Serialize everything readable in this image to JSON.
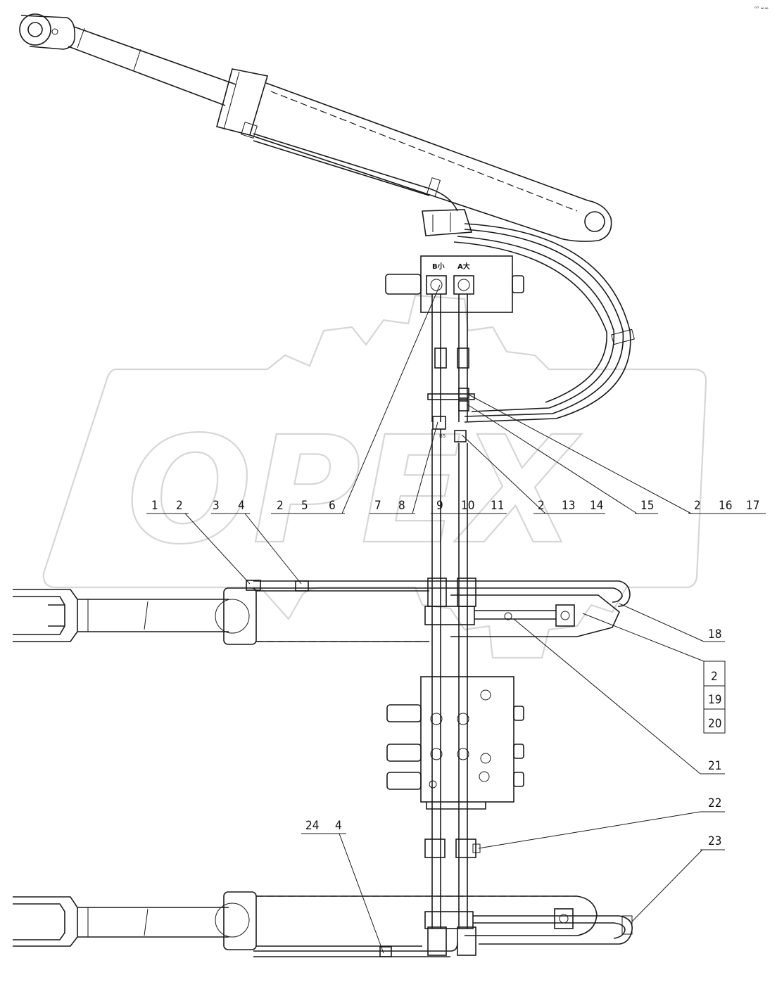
{
  "corner_mark": "ᵒᴰ ∞∞",
  "watermark": "OPEX",
  "port_labels": [
    "B小",
    "A大"
  ],
  "valve_mark": "B5",
  "callouts": [
    {
      "id": "c1",
      "text": "1"
    },
    {
      "id": "c2a",
      "text": "2"
    },
    {
      "id": "c3",
      "text": "3"
    },
    {
      "id": "c4a",
      "text": "4"
    },
    {
      "id": "c2b",
      "text": "2"
    },
    {
      "id": "c5",
      "text": "5"
    },
    {
      "id": "c6",
      "text": "6"
    },
    {
      "id": "c7",
      "text": "7"
    },
    {
      "id": "c8",
      "text": "8"
    },
    {
      "id": "c9",
      "text": "9"
    },
    {
      "id": "c10",
      "text": "10"
    },
    {
      "id": "c11",
      "text": "11"
    },
    {
      "id": "c2c",
      "text": "2"
    },
    {
      "id": "c13",
      "text": "13"
    },
    {
      "id": "c14",
      "text": "14"
    },
    {
      "id": "c15",
      "text": "15"
    },
    {
      "id": "c2d",
      "text": "2"
    },
    {
      "id": "c16",
      "text": "16"
    },
    {
      "id": "c17",
      "text": "17"
    },
    {
      "id": "c18",
      "text": "18"
    },
    {
      "id": "c2e",
      "text": "2"
    },
    {
      "id": "c19",
      "text": "19"
    },
    {
      "id": "c20",
      "text": "20"
    },
    {
      "id": "c21",
      "text": "21"
    },
    {
      "id": "c22",
      "text": "22"
    },
    {
      "id": "c23",
      "text": "23"
    },
    {
      "id": "c24",
      "text": "24"
    },
    {
      "id": "c4b",
      "text": "4"
    }
  ]
}
